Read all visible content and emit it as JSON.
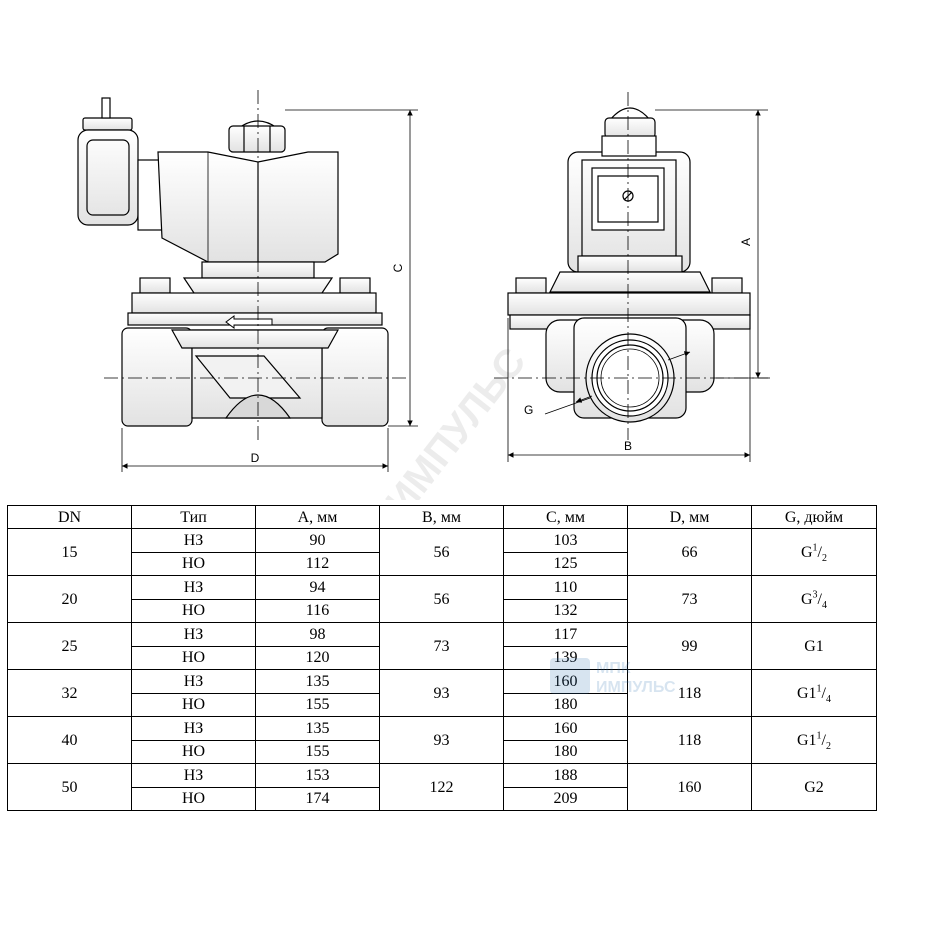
{
  "drawing": {
    "dimension_labels": {
      "A": "A",
      "B": "B",
      "C": "C",
      "D": "D",
      "G": "G"
    }
  },
  "watermark": {
    "line1": "МПК",
    "line2": "ИМПУЛЬС",
    "diagonal": "МПК ИМПУЛЬС"
  },
  "table": {
    "headers": [
      "DN",
      "Тип",
      "A, мм",
      "B, мм",
      "C, мм",
      "D, мм",
      "G, дюйм"
    ],
    "rows": [
      {
        "dn": "15",
        "types": [
          "НЗ",
          "НО"
        ],
        "a": [
          "90",
          "112"
        ],
        "b": "56",
        "c": [
          "103",
          "125"
        ],
        "d": "66",
        "g": {
          "base": "G",
          "whole": "",
          "num": "1",
          "den": "2"
        }
      },
      {
        "dn": "20",
        "types": [
          "НЗ",
          "НО"
        ],
        "a": [
          "94",
          "116"
        ],
        "b": "56",
        "c": [
          "110",
          "132"
        ],
        "d": "73",
        "g": {
          "base": "G",
          "whole": "",
          "num": "3",
          "den": "4"
        }
      },
      {
        "dn": "25",
        "types": [
          "НЗ",
          "НО"
        ],
        "a": [
          "98",
          "120"
        ],
        "b": "73",
        "c": [
          "117",
          "139"
        ],
        "d": "99",
        "g": {
          "base": "G1",
          "whole": "",
          "num": "",
          "den": ""
        }
      },
      {
        "dn": "32",
        "types": [
          "НЗ",
          "НО"
        ],
        "a": [
          "135",
          "155"
        ],
        "b": "93",
        "c": [
          "160",
          "180"
        ],
        "d": "118",
        "g": {
          "base": "G",
          "whole": "1",
          "num": "1",
          "den": "4"
        }
      },
      {
        "dn": "40",
        "types": [
          "НЗ",
          "НО"
        ],
        "a": [
          "135",
          "155"
        ],
        "b": "93",
        "c": [
          "160",
          "180"
        ],
        "d": "118",
        "g": {
          "base": "G",
          "whole": "1",
          "num": "1",
          "den": "2"
        }
      },
      {
        "dn": "50",
        "types": [
          "НЗ",
          "НО"
        ],
        "a": [
          "153",
          "174"
        ],
        "b": "122",
        "c": [
          "188",
          "209"
        ],
        "d": "160",
        "g": {
          "base": "G2",
          "whole": "",
          "num": "",
          "den": ""
        }
      }
    ]
  }
}
